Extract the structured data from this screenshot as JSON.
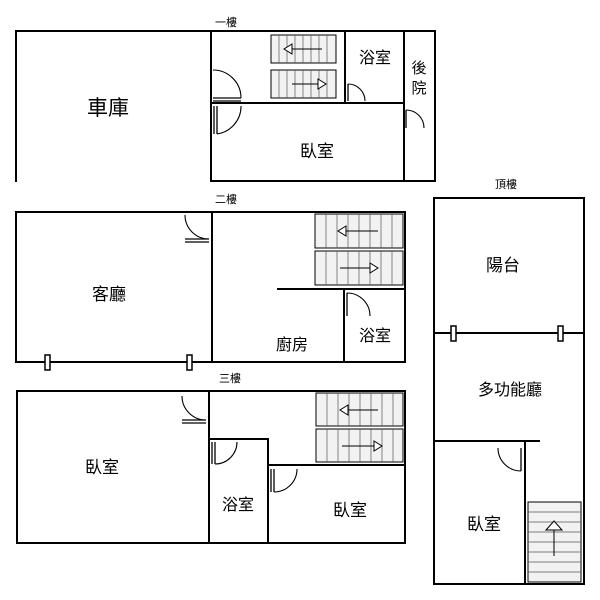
{
  "floors": {
    "first": {
      "label": "一樓",
      "rooms": {
        "garage": "車庫",
        "bath": "浴室",
        "backyard": "後院",
        "bedroom": "臥室"
      }
    },
    "second": {
      "label": "二樓",
      "rooms": {
        "living": "客廳",
        "kitchen": "廚房",
        "bath": "浴室"
      }
    },
    "third": {
      "label": "三樓",
      "rooms": {
        "bedroom_left": "臥室",
        "bath": "浴室",
        "bedroom_right": "臥室"
      }
    },
    "top": {
      "label": "頂樓",
      "rooms": {
        "balcony": "陽台",
        "multi": "多功能廳",
        "bedroom": "臥室"
      }
    }
  }
}
